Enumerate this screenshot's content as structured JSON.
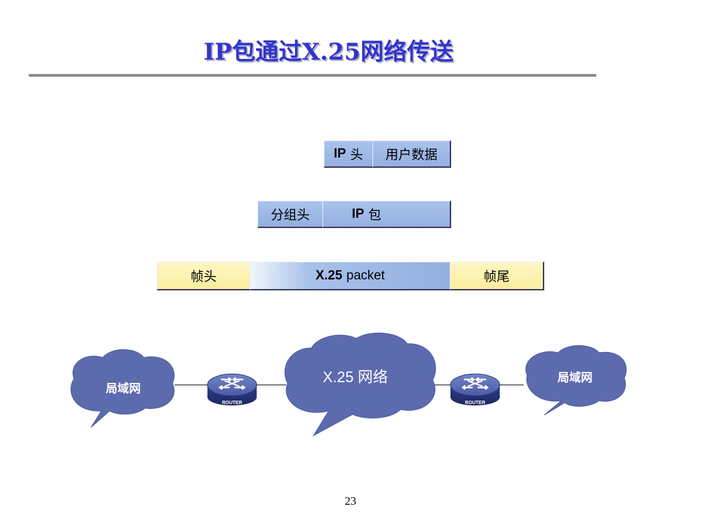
{
  "slide": {
    "title": "IP包通过X.25网络传送",
    "page_number": "23"
  },
  "row1": {
    "ip_header_bold": "IP",
    "ip_header_rest": "头",
    "user_data": "用户数据"
  },
  "row2": {
    "packet_header": "分组头",
    "ip_packet_bold": "IP",
    "ip_packet_rest": "包"
  },
  "row3": {
    "frame_header": "帧头",
    "x25_bold": "X.25",
    "x25_rest": "packet",
    "frame_trailer": "帧尾"
  },
  "network": {
    "lan_left": "局域网",
    "lan_right": "局域网",
    "x25_cloud": "X.25 网络",
    "router_left_label": "ROUTER",
    "router_right_label": "ROUTER"
  },
  "colors": {
    "title": "#3333cc",
    "cloud": "#5c6aae",
    "box_blue": "#94b0e0",
    "box_yellow": "#fbeea0"
  }
}
